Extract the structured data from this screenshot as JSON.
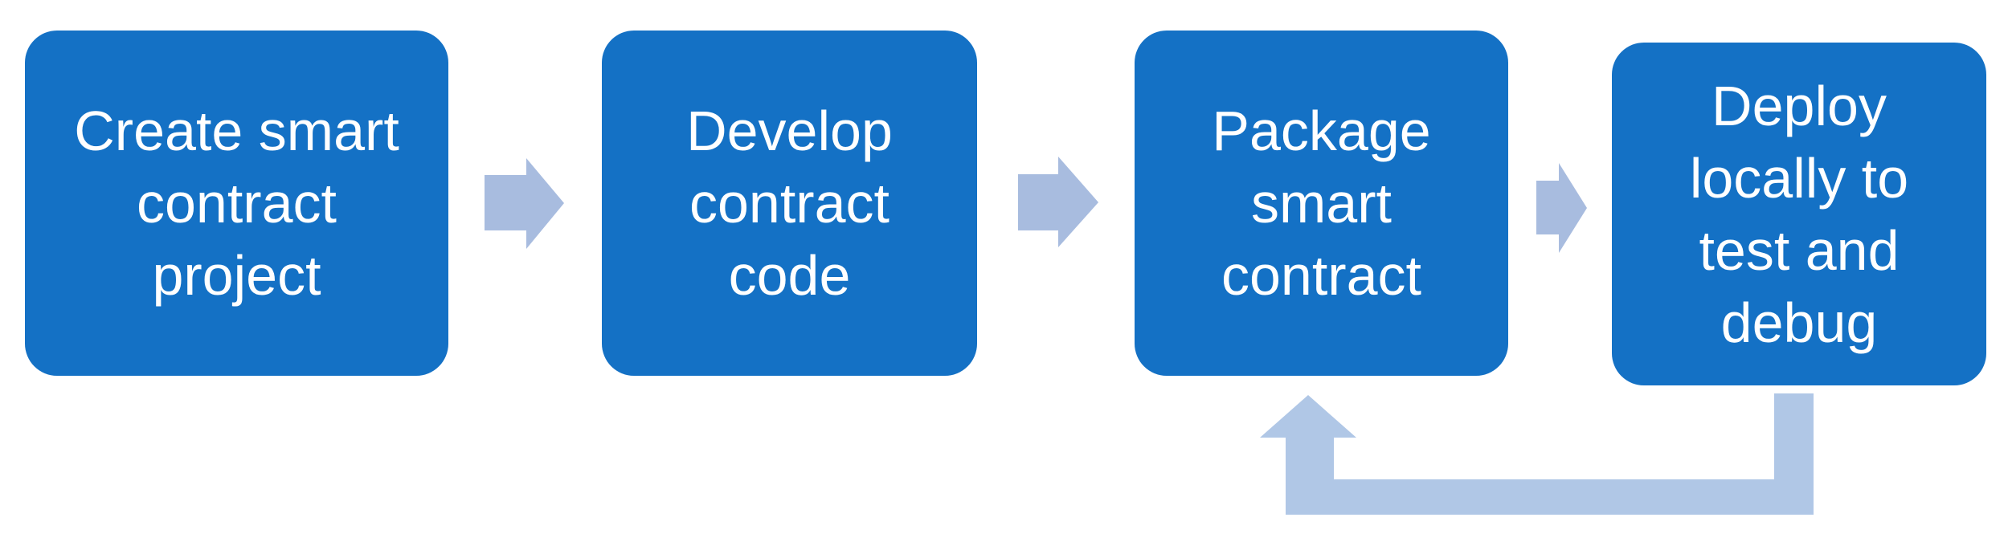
{
  "diagram": {
    "type": "flowchart",
    "direction": "left-to-right",
    "steps": [
      {
        "label": "Create smart contract project",
        "lines": [
          "Create smart",
          "contract",
          "project"
        ]
      },
      {
        "label": "Develop contract code",
        "lines": [
          "Develop",
          "contract",
          "code"
        ]
      },
      {
        "label": "Package smart contract",
        "lines": [
          "Package",
          "smart",
          "contract"
        ]
      },
      {
        "label": "Deploy locally to test and debug",
        "lines": [
          "Deploy",
          "locally to",
          "test and",
          "debug"
        ]
      }
    ],
    "connections": [
      {
        "from": "Create smart contract project",
        "to": "Develop contract code",
        "type": "forward"
      },
      {
        "from": "Develop contract code",
        "to": "Package smart contract",
        "type": "forward"
      },
      {
        "from": "Package smart contract",
        "to": "Deploy locally to test and debug",
        "type": "forward"
      },
      {
        "from": "Deploy locally to test and debug",
        "to": "Package smart contract",
        "type": "feedback-loop"
      }
    ],
    "colors": {
      "step_fill": "#1471C5",
      "step_text": "#FFFFFF",
      "forward_arrow": "#A8BCDF",
      "feedback_arrow": "#B0C7E6",
      "background": "#FFFFFF"
    }
  }
}
